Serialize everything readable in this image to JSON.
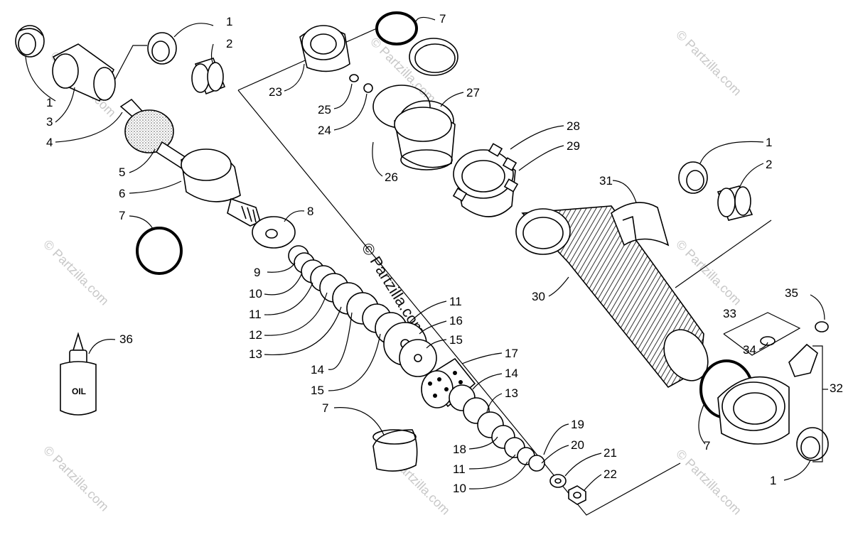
{
  "diagram": {
    "part_numbers": [
      "1",
      "2",
      "3",
      "4",
      "5",
      "6",
      "7",
      "8",
      "9",
      "10",
      "11",
      "12",
      "13",
      "14",
      "15",
      "16",
      "17",
      "18",
      "19",
      "20",
      "21",
      "22",
      "23",
      "24",
      "25",
      "26",
      "27",
      "28",
      "29",
      "30",
      "31",
      "32",
      "33",
      "34",
      "35",
      "36"
    ],
    "bottle_label": "OIL",
    "watermark_center": "© Partzilla.com",
    "watermark_small": "© Partzilla.com"
  }
}
